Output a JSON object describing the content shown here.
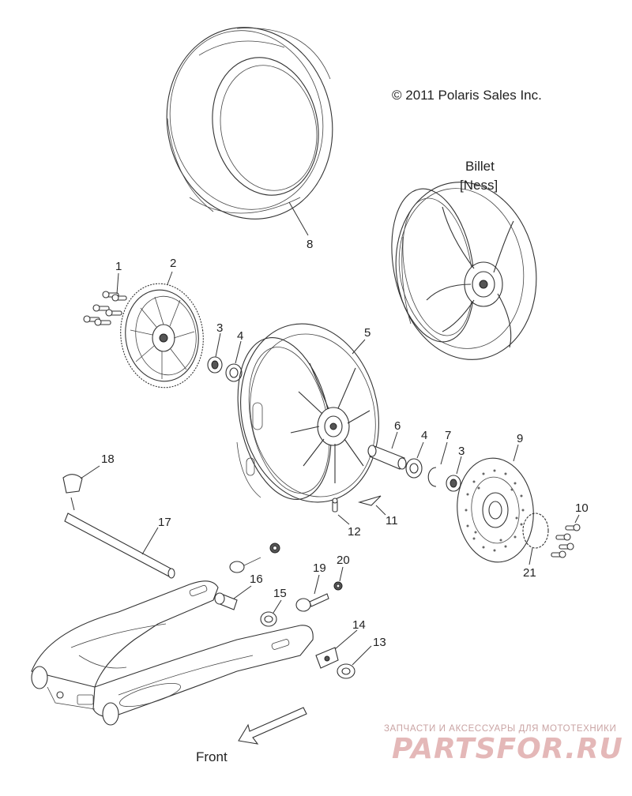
{
  "copyright": "© 2011 Polaris Sales Inc.",
  "variant_label_line1": "Billet",
  "variant_label_line2": "[Ness]",
  "front_label": "Front",
  "watermark": {
    "tagline": "ЗАПЧАСТИ И АКСЕССУАРЫ ДЛЯ МОТОТЕХНИКИ",
    "brand": "PARTSFOR.RU"
  },
  "callouts": [
    "1",
    "2",
    "3",
    "4",
    "5",
    "6",
    "4",
    "7",
    "3",
    "9",
    "10",
    "21",
    "11",
    "12",
    "8",
    "18",
    "17",
    "16",
    "15",
    "19",
    "20",
    "14",
    "13"
  ],
  "icons": {
    "front_arrow": "arrow-left-down-icon"
  }
}
